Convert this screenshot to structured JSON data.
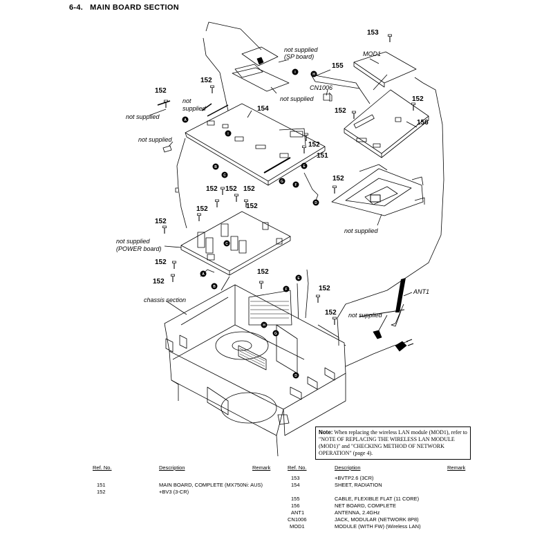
{
  "title": {
    "number": "6-4.",
    "text": "MAIN BOARD SECTION"
  },
  "labels": {
    "sp_board_1": "not supplied",
    "sp_board_2": "(SP board)",
    "not_supplied": "not supplied",
    "supplied": "supplied",
    "power_board_2": "(POWER board)",
    "chassis": "chassis section",
    "cn1006": "CN1006",
    "mod1": "MOD1",
    "ant1": "ANT1"
  },
  "part_numbers": {
    "p151": "151",
    "p152": "152",
    "p153": "153",
    "p154": "154",
    "p155": "155",
    "p156": "156"
  },
  "connectors": [
    "A",
    "B",
    "C",
    "D",
    "E",
    "F",
    "G",
    "H",
    "I"
  ],
  "note": {
    "heading": "Note:",
    "text": "When replacing the wireless LAN module (MOD1), refer to \"NOTE OF REPLACING THE WIRELESS LAN MODULE (MOD1)\" and \"CHECKING METHOD OF NETWORK OPERATION\" (page 4)."
  },
  "parts_table": {
    "headers": {
      "ref": "Ref. No.",
      "desc": "Description",
      "remark": "Remark"
    },
    "left": [
      {
        "ref": "151",
        "desc": "MAIN BOARD, COMPLETE (MX750Ni: AUS)"
      },
      {
        "ref": "152",
        "desc": "+BV3 (3-CR)"
      }
    ],
    "right": [
      {
        "ref": "153",
        "desc": "+BVTP2.6 (3CR)"
      },
      {
        "ref": "154",
        "desc": "SHEET, RADIATION"
      },
      {
        "ref": "155",
        "desc": "CABLE, FLEXIBLE FLAT (11 CORE)"
      },
      {
        "ref": "156",
        "desc": "NET BOARD, COMPLETE"
      },
      {
        "ref": "ANT1",
        "desc": "ANTENNA, 2.4GHz"
      },
      {
        "ref": "CN1006",
        "desc": "JACK, MODULAR (NETWORK 8P8)"
      },
      {
        "ref": "MOD1",
        "desc": "MODULE (WITH FW) (Wireless LAN)"
      }
    ]
  }
}
